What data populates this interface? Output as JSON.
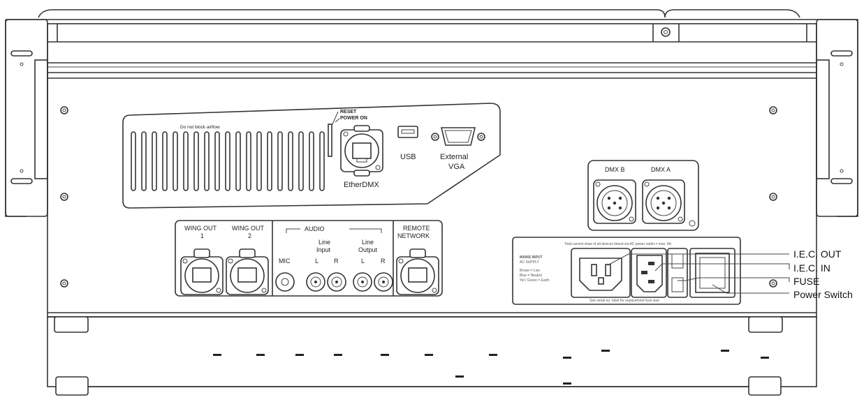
{
  "panel_labels": {
    "airflow": "Do not block airflow",
    "reset": "RESET",
    "power_on": "POWER ON",
    "etherdmx": "EtherDMX",
    "usb": "USB",
    "vga_line1": "External",
    "vga_line2": "VGA",
    "dmx_b": "DMX B",
    "dmx_a": "DMX A",
    "wing_out_1_line1": "WING OUT",
    "wing_out_1_line2": "1",
    "wing_out_2_line1": "WING OUT",
    "wing_out_2_line2": "2",
    "audio": "AUDIO",
    "mic": "MIC",
    "line_input_line1": "Line",
    "line_input_line2": "Input",
    "line_output_line1": "Line",
    "line_output_line2": "Output",
    "left": "L",
    "right": "R",
    "remote_line1": "REMOTE",
    "remote_line2": "NETWORK",
    "mains_notice": "Total current draw of all devices linked via AC power outlet = max. 6A",
    "mains_input_line1": "MAINS INPUT",
    "mains_input_line2": "AC SUPPLY",
    "wire_line1": "Brown = Live",
    "wire_line2": "Blue = Neutral",
    "wire_line3": "Yel / Green = Earth",
    "fuse_notice": "See serial no. label for replacement fuse size"
  },
  "callouts": [
    {
      "label": "I.E.C. OUT"
    },
    {
      "label": "I.E.C. IN"
    },
    {
      "label": "FUSE"
    },
    {
      "label": "Power Switch"
    }
  ]
}
